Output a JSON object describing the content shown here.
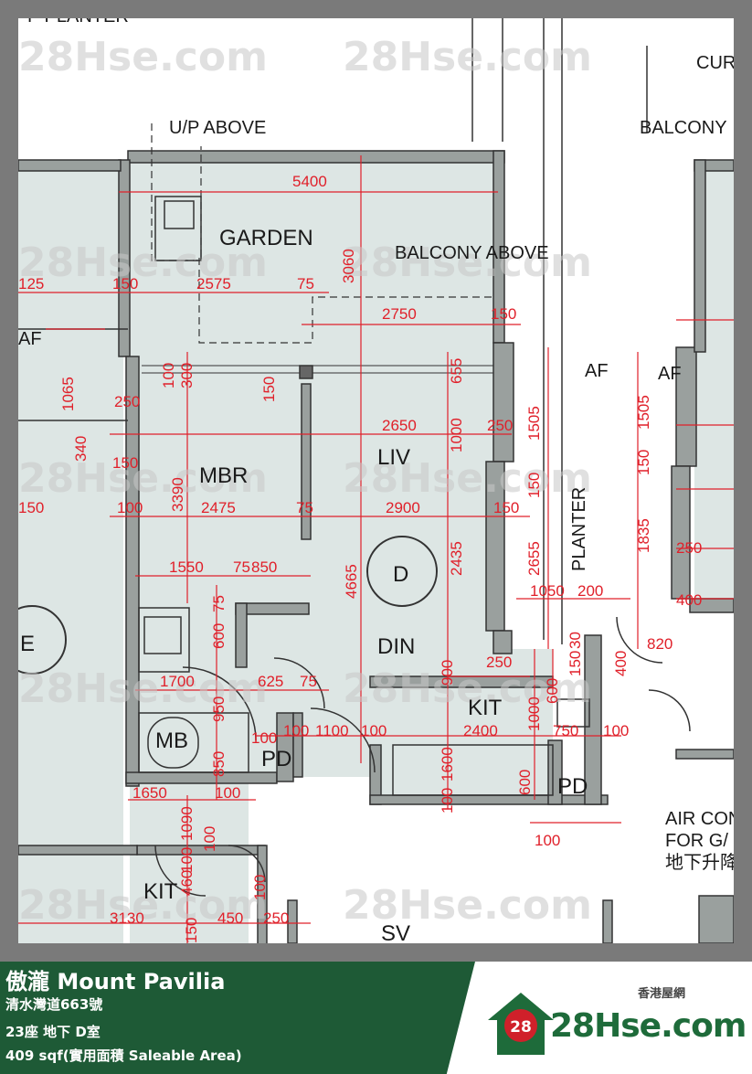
{
  "plan": {
    "room_labels": [
      "GARDEN",
      "MBR",
      "LIV",
      "DIN",
      "KIT",
      "MB",
      "PD",
      "PD",
      "KIT",
      "SV"
    ],
    "unit_label": "D",
    "neighbor_unit_label": "E",
    "annotations": [
      "U/P ABOVE",
      "BALCONY ABOVE",
      "BALCONY",
      "PLANTER",
      "AF",
      "AF",
      "AF",
      "CUR",
      "AIR CON",
      "FOR G/",
      "地下升降",
      "P PLANTER"
    ],
    "dimensions": [
      "5400",
      "3060",
      "2575",
      "75",
      "150",
      "125",
      "2750",
      "150",
      "100",
      "300",
      "150",
      "655",
      "1065",
      "250",
      "2650",
      "1000",
      "250",
      "340",
      "150",
      "3390",
      "2475",
      "75",
      "2900",
      "150",
      "100",
      "150",
      "4665",
      "2435",
      "1505",
      "1505",
      "150",
      "2655",
      "1835",
      "150",
      "250",
      "1550",
      "75",
      "850",
      "75",
      "600",
      "1050",
      "200",
      "30",
      "820",
      "400",
      "1700",
      "950",
      "625",
      "75",
      "900",
      "250",
      "600",
      "150",
      "400",
      "100",
      "100",
      "1100",
      "100",
      "2400",
      "1000",
      "750",
      "100",
      "850",
      "1600",
      "100",
      "600",
      "1650",
      "100",
      "1090",
      "100",
      "100",
      "460",
      "100",
      "3130",
      "450",
      "250",
      "150",
      "100"
    ],
    "watermark": "28Hse.com",
    "watermark_badge": "28"
  },
  "footer": {
    "title": "傲瀧 Mount Pavilia",
    "address": "清水灣道663號",
    "unit": "23座 地下 D室",
    "area": "409 sqf(實用面積 Saleable Area)",
    "logo_tagline": "香港屋網",
    "logo_brand": "28Hse.com",
    "logo_badge": "28"
  },
  "colors": {
    "dimension_red": "#e0202a",
    "room_fill": "#dde6e4",
    "wall_fill": "#9aa09e",
    "footer_green": "#1e5a36",
    "brand_green": "#1e6b3a",
    "badge_red": "#d0202a"
  }
}
